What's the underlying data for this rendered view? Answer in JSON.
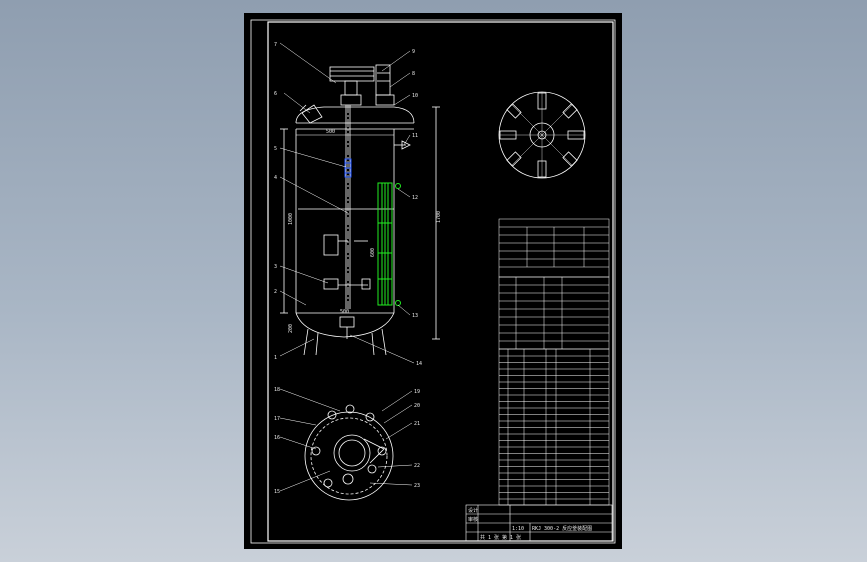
{
  "balloons": [
    "7",
    "6",
    "5",
    "4",
    "3",
    "2",
    "1",
    "9",
    "8",
    "10",
    "11",
    "12",
    "13",
    "14",
    "18",
    "17",
    "16",
    "15",
    "19",
    "20",
    "21",
    "22",
    "23"
  ],
  "dimensions": {
    "overall_height": "1700",
    "shell_height": "1000",
    "inner_height": "600",
    "bottom_height": "200",
    "top_width": "500",
    "bottom_width": "500"
  },
  "title_block": {
    "title_row": "RKJ 300-2 反应釜装配图",
    "sheet_info": "共 1 张 第 1 张",
    "scale": "1:10",
    "labels": [
      "设计",
      "审核"
    ]
  },
  "colors": {
    "sheet": "#000000",
    "line": "#ffffff",
    "heater": "#22ee22",
    "highlight": "#2255ff",
    "background_top": "#8f9eb0"
  }
}
